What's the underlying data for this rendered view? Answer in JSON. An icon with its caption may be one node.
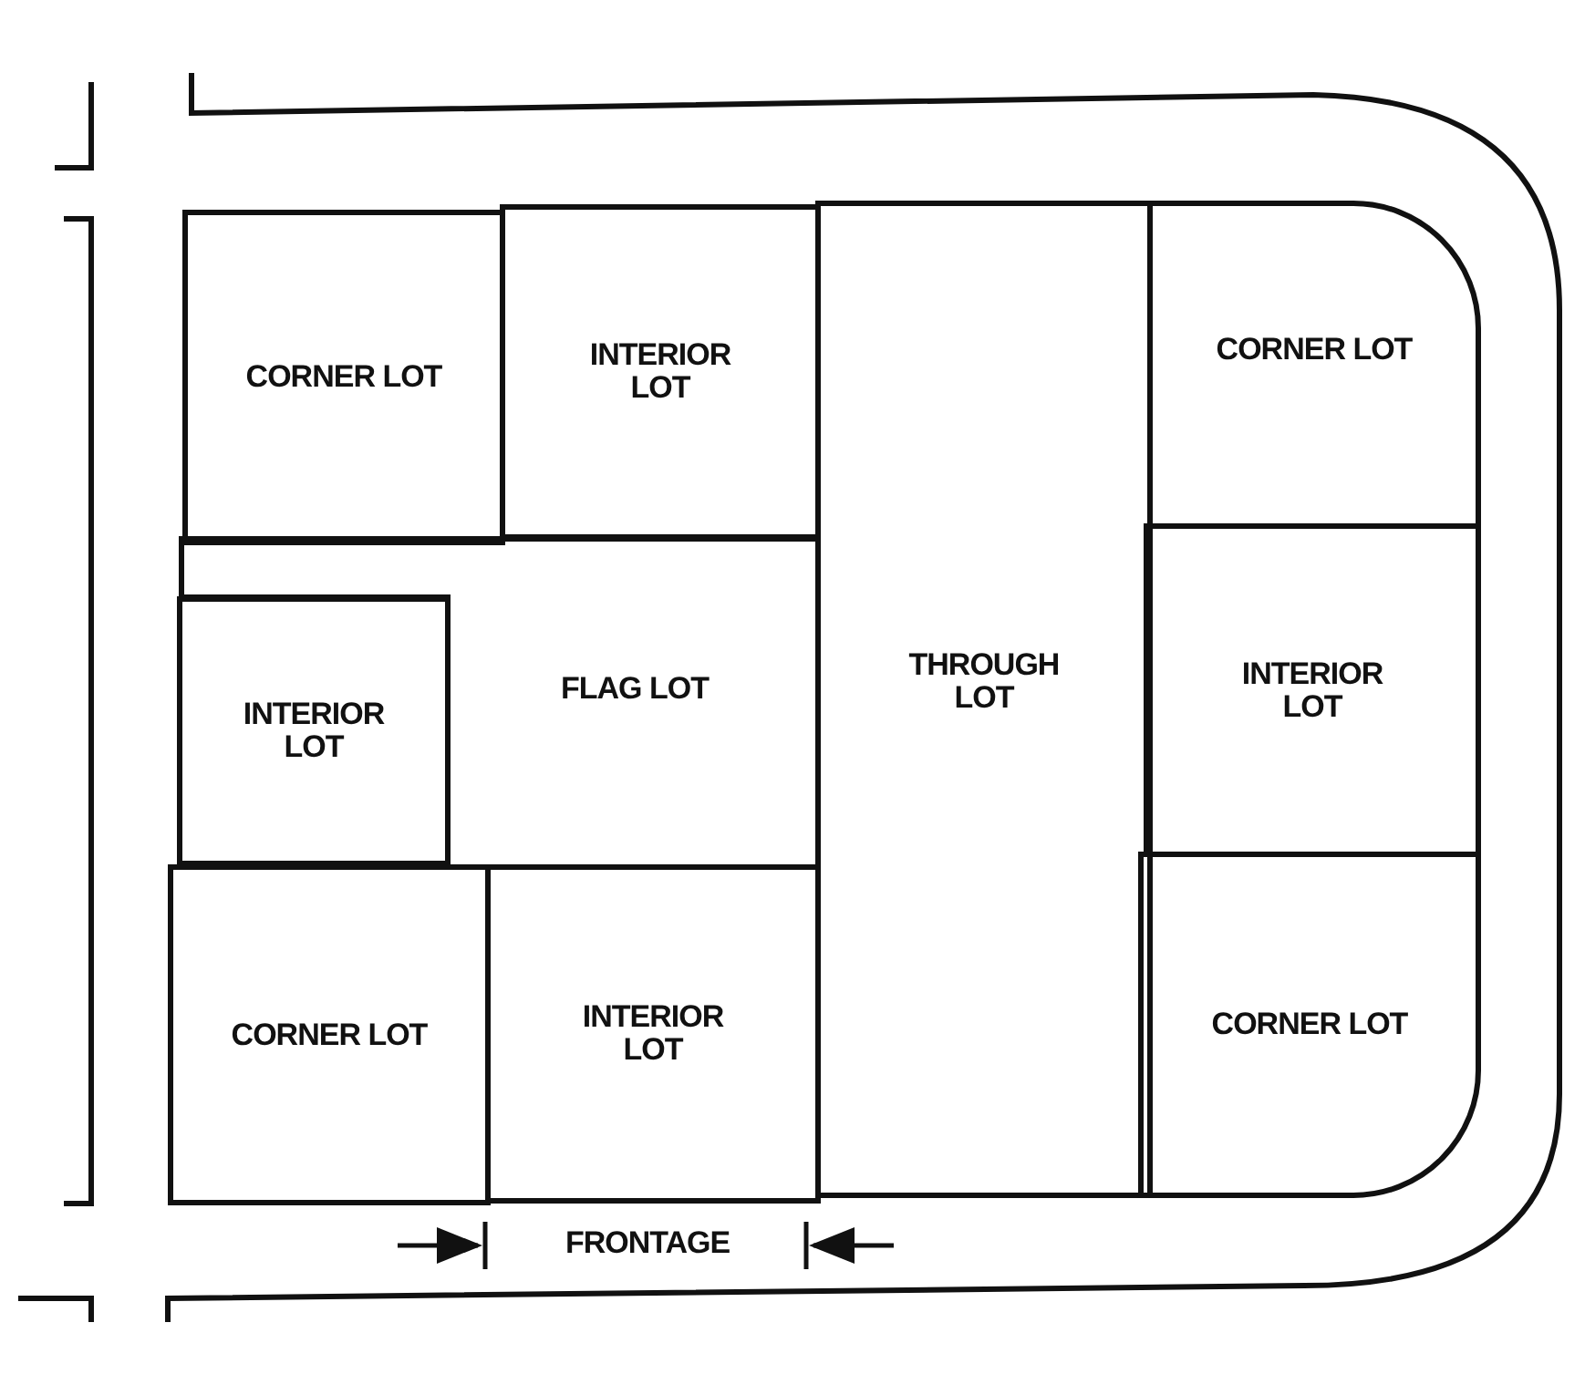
{
  "diagram": {
    "nodes": [
      {
        "text": [
          "CORNER LOT"
        ]
      },
      {
        "text": [
          "INTERIOR LOT"
        ]
      },
      {
        "text": [
          "THROUGH LOT"
        ]
      },
      {
        "text": [
          "CORNER LOT"
        ]
      },
      {
        "text": [
          "INTERIOR LOT"
        ]
      },
      {
        "text": [
          "FLAG LOT"
        ]
      },
      {
        "text": [
          "INTERIOR LOT"
        ]
      },
      {
        "text": [
          "CORNER LOT"
        ]
      },
      {
        "text": [
          "INTERIOR LOT"
        ]
      },
      {
        "text": [
          "CORNER LOT"
        ]
      }
    ],
    "labels": [
      "FRONTAGE"
    ]
  }
}
